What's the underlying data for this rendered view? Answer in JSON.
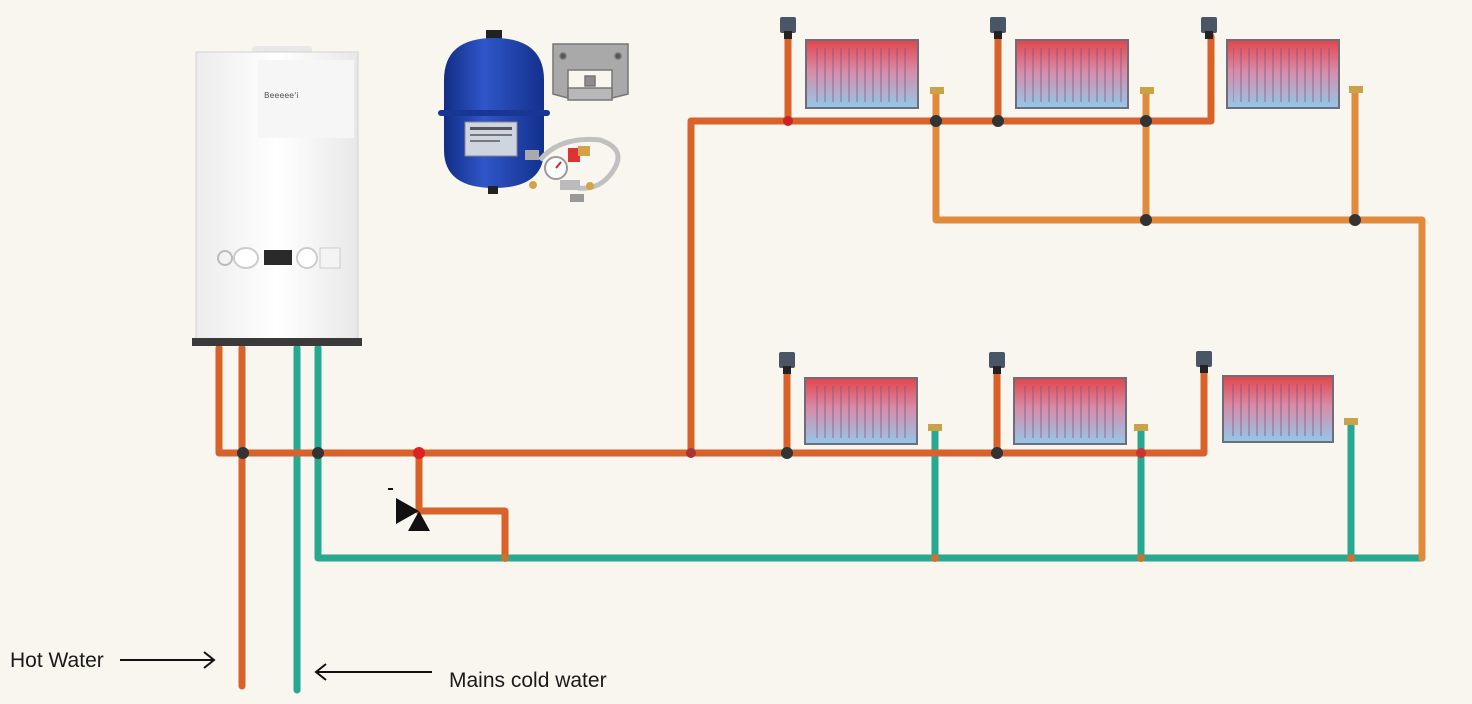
{
  "labels": {
    "hot_water": "Hot Water",
    "mains_cold_water": "Mains cold water"
  },
  "boiler": {
    "brand_text": "Beeeee'i"
  },
  "components": {
    "boiler": "combi-boiler",
    "expansion_vessel": "expansion-vessel",
    "mounting_bracket": "wall-bracket",
    "filling_loop": "filling-loop-with-gauge",
    "valve": "bypass-valve",
    "radiators_upper": 3,
    "radiators_lower": 3
  },
  "colors": {
    "flow_pipe": "#d9622b",
    "return_pipe_upper": "#e08a3c",
    "return_pipe_lower": "#27a890",
    "cold_pipe": "#27a890",
    "junction": "#333333",
    "radiator_hot": "#e0504a",
    "radiator_cold": "#8fc3e6",
    "vessel": "#1e3fa8",
    "background": "#f8f6ef"
  }
}
